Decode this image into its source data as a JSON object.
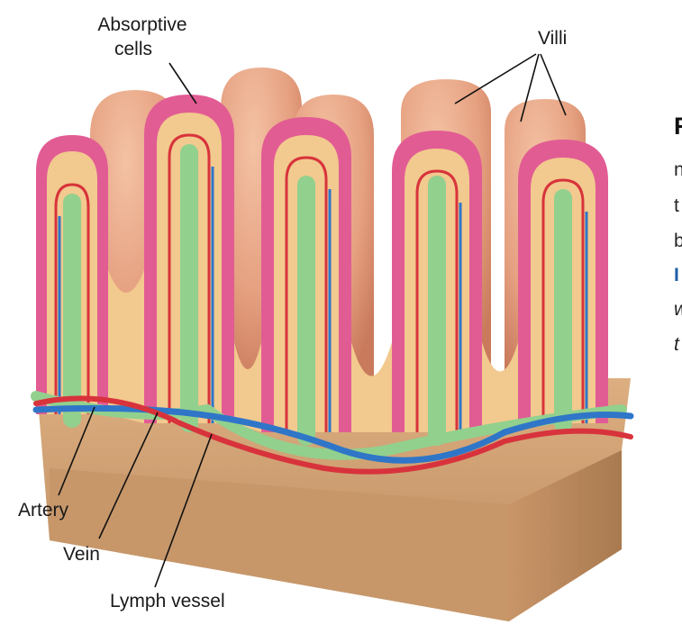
{
  "labels": {
    "absorptive_cells": [
      "Absorptive",
      "cells"
    ],
    "villi": "Villi",
    "artery": "Artery",
    "vein": "Vein",
    "lymph_vessel": "Lymph vessel"
  },
  "side_text": [
    "F",
    "n",
    "t",
    "b",
    "I",
    "w",
    "t"
  ],
  "colors": {
    "villus_outer": "#e9a98a",
    "villus_shade": "#d48466",
    "epithelium": "#d96f98",
    "lamina": "#f2c98e",
    "base_block": "#d3a476",
    "artery": "#d8333c",
    "vein": "#2f76c8",
    "lymph": "#92d08e",
    "heading": "#111111",
    "link": "#1f5fa8"
  }
}
